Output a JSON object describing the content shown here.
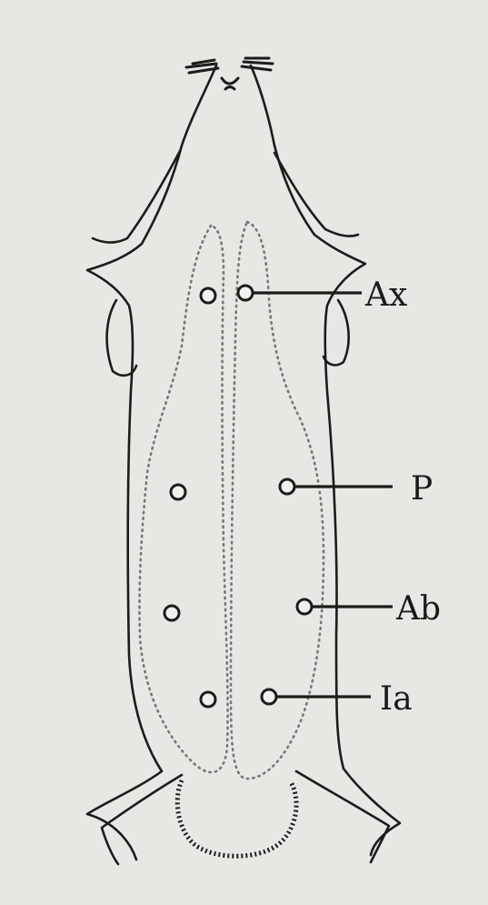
{
  "diagram": {
    "labels": {
      "ax": "Ax",
      "p": "P",
      "ab": "Ab",
      "ia": "Ia"
    },
    "colors": {
      "background": "#e9e7e4",
      "ink": "#1c1c1c",
      "dotted": "#777777"
    }
  }
}
